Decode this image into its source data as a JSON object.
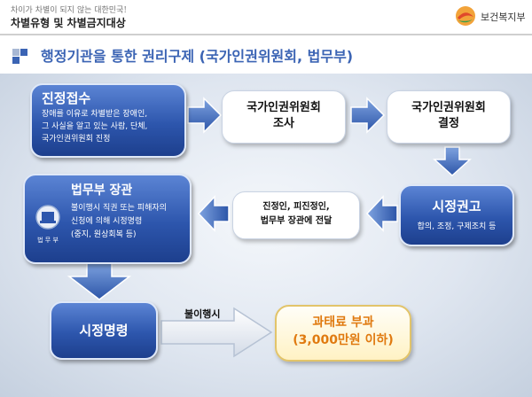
{
  "header": {
    "tagline": "차이가 차별이 되지 않는 대한민국!",
    "section": "차별유형 및 차별금지대상",
    "logo_text": "보건복지부"
  },
  "title": "행정기관을 통한 권리구제 (국가인권위원회, 법무부)",
  "boxes": {
    "intake": {
      "heading": "진정접수",
      "lines": [
        "장애를 이유로 차별받은 장애인,",
        "그 사실을 알고 있는 사람, 단체,",
        "국가인권위원회 진정"
      ]
    },
    "investigation": {
      "lines": [
        "국가인권위원회",
        "조사"
      ]
    },
    "decision": {
      "lines": [
        "국가인권위원회",
        "결정"
      ]
    },
    "recommendation": {
      "heading": "시정권고",
      "sub": "합의, 조정, 구제조치 등"
    },
    "transfer": {
      "lines": [
        "진정인, 피진정인,",
        "법무부 장관에 전달"
      ]
    },
    "minister": {
      "heading": "법무부 장관",
      "emblem_label": "법 무 부",
      "lines": [
        "불이행시 직권 또는 피해자의",
        "신청에 의해 시정명령",
        "(중지, 원상회복 등)"
      ]
    },
    "order": {
      "heading": "시정명령"
    },
    "fine": {
      "lines": [
        "과태료 부과",
        "(3,000만원 이하)"
      ]
    }
  },
  "labels": {
    "noncompliance": "불이행시"
  }
}
